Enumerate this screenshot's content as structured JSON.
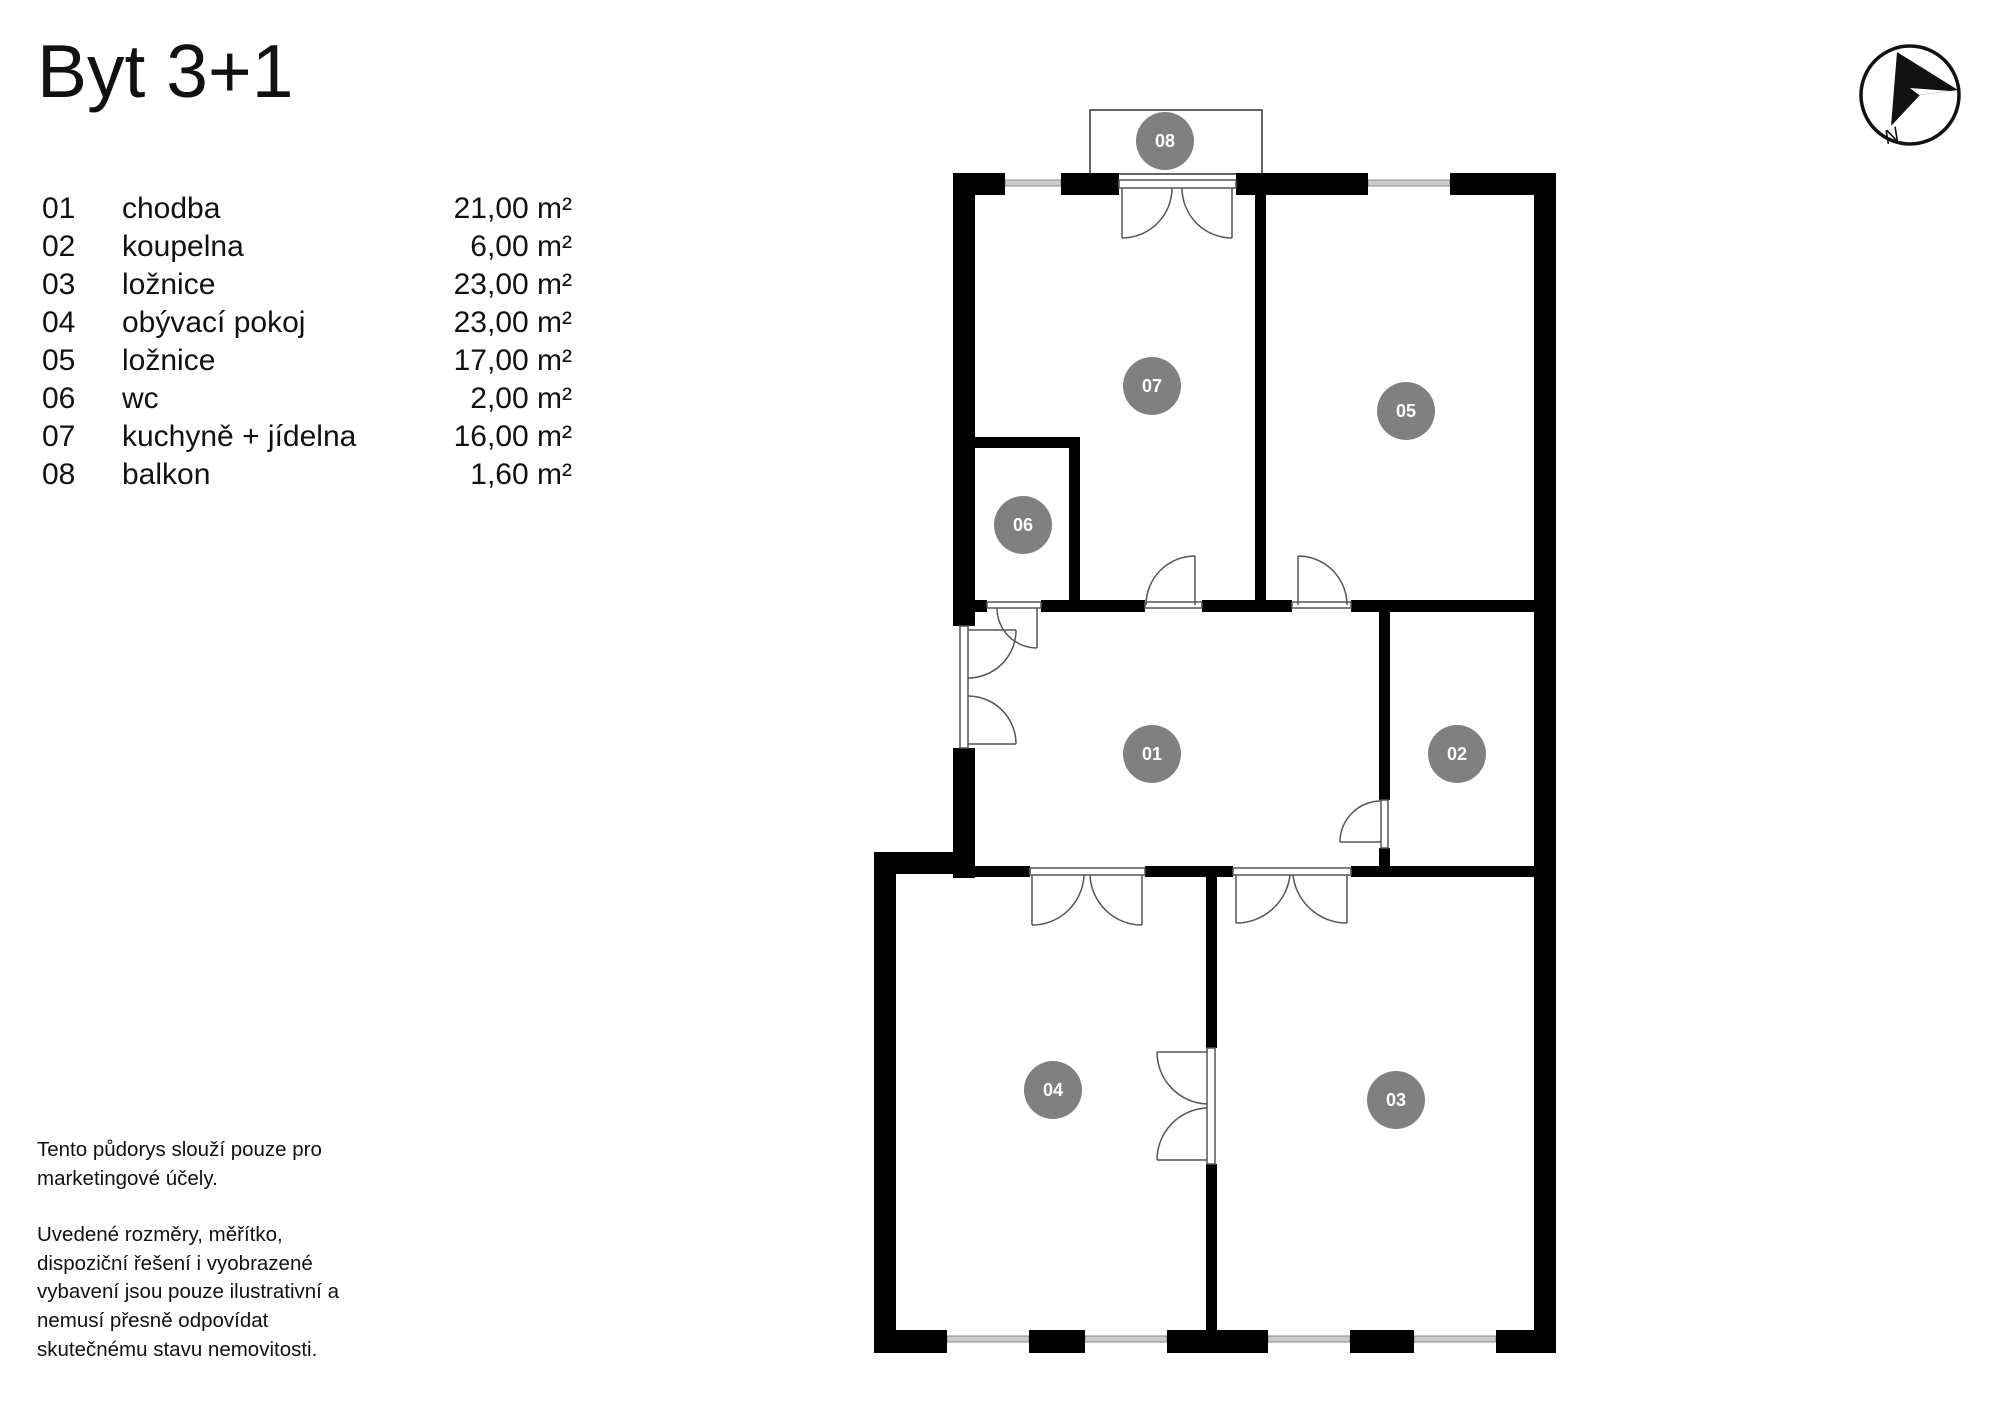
{
  "title": "Byt 3+1",
  "rooms": [
    {
      "num": "01",
      "name": "chodba",
      "area": "21,00 m²"
    },
    {
      "num": "02",
      "name": "koupelna",
      "area": "6,00 m²"
    },
    {
      "num": "03",
      "name": "ložnice",
      "area": "23,00 m²"
    },
    {
      "num": "04",
      "name": "obývací pokoj",
      "area": "23,00 m²"
    },
    {
      "num": "05",
      "name": "ložnice",
      "area": "17,00 m²"
    },
    {
      "num": "06",
      "name": "wc",
      "area": "2,00 m²"
    },
    {
      "num": "07",
      "name": "kuchyně + jídelna",
      "area": "16,00 m²"
    },
    {
      "num": "08",
      "name": "balkon",
      "area": "1,60 m²"
    }
  ],
  "disclaimer": {
    "p1": "Tento půdorys slouží pouze pro marketingové účely.",
    "p2": "Uvedené rozměry, měřítko, dispoziční řešení i vyobrazené vybavení jsou pouze ilustrativní a nemusí přesně odpovídat skutečnému stavu nemovitosti."
  },
  "compass": {
    "label": "N",
    "icon": "compass-arrow-icon"
  },
  "colors": {
    "wall": "#000000",
    "badge": "#808080",
    "badge_text": "#ffffff",
    "window": "#bbbbbb"
  }
}
